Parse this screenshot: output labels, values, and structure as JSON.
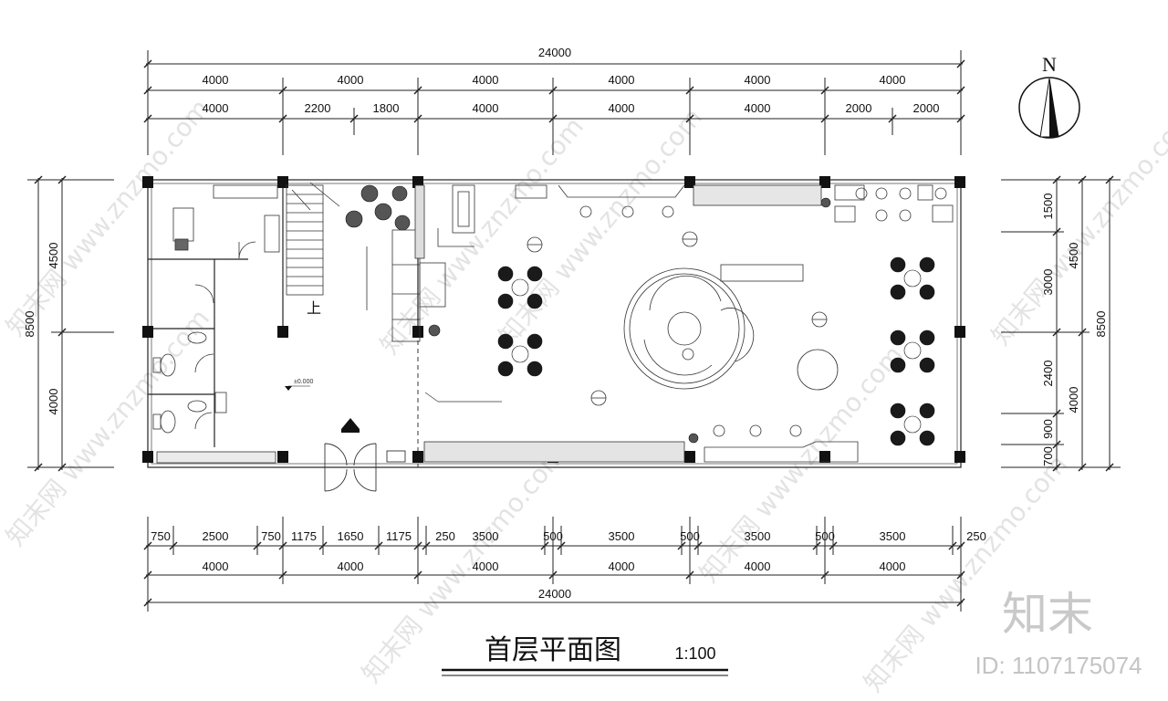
{
  "title": "首层平面图",
  "scale": "1:100",
  "north_label": "N",
  "watermark": {
    "logo": "知末",
    "id": "ID: 1107175074",
    "repeat_text": "知末网 www.znzmo.com"
  },
  "dims": {
    "top_total": "24000",
    "top_row1": [
      "4000",
      "4000",
      "4000",
      "4000",
      "4000",
      "4000"
    ],
    "top_row2": [
      "4000",
      "2200",
      "1800",
      "4000",
      "4000",
      "4000",
      "2000",
      "2000"
    ],
    "bottom_row1": [
      "750",
      "2500",
      "750",
      "1175",
      "1650",
      "1175",
      "250",
      "3500",
      "500",
      "3500",
      "500",
      "3500",
      "500",
      "3500",
      "250"
    ],
    "bottom_row2": [
      "4000",
      "4000",
      "4000",
      "4000",
      "4000",
      "4000"
    ],
    "bottom_total": "24000",
    "left_outer": "8500",
    "left_inner": [
      "4500",
      "4000"
    ],
    "right_inner": [
      "1500",
      "3000",
      "2400",
      "900",
      "700"
    ],
    "right_mid": [
      "4500",
      "4000"
    ],
    "right_outer": "8500"
  },
  "labels": {
    "stair_up": "上",
    "elev_mark": "±0.000"
  },
  "icons": [
    "north-arrow-icon",
    "plant-icon",
    "entrance-arrow-icon"
  ]
}
